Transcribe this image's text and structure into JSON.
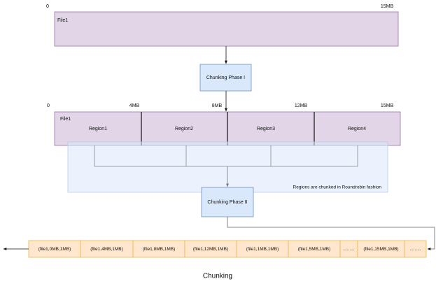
{
  "top_file": {
    "label": "File1",
    "start_label": "0",
    "end_label": "15MB"
  },
  "phase1": {
    "label": "Chunking Phase I"
  },
  "regions_file": {
    "label": "File1",
    "ticks": [
      "0",
      "4MB",
      "8MB",
      "12MB",
      "15MB"
    ],
    "regions": [
      "Region1",
      "Region2",
      "Region3",
      "Region4"
    ]
  },
  "roundrobin_note": "Regions are chunked in Roundrobin fashion",
  "phase2": {
    "label": "Chunking Phase II"
  },
  "chunks": [
    "(file1,0MB,1MB)",
    "(file1,4MB,1MB)",
    "(file1,8MB,1MB)",
    "(file1,12MB,1MB)",
    "(file1,1MB,1MB)",
    "(file1,5MB,1MB)",
    ".........",
    "(file1,15MB,1MB)",
    "........."
  ],
  "caption": "Chunking",
  "colors": {
    "file_fill": "#e1d5e7",
    "file_stroke": "#9673a6",
    "phase_fill": "#dae8fc",
    "phase_stroke": "#6c8ebf",
    "chunk_fill": "#ffe6cc",
    "chunk_stroke": "#e6b84a"
  }
}
